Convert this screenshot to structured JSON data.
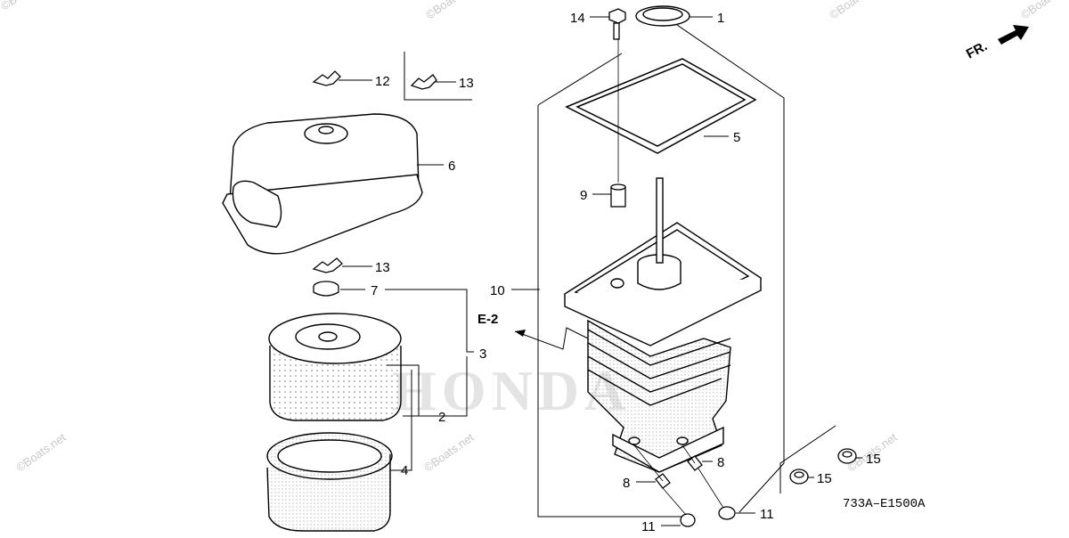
{
  "diagram": {
    "callouts": {
      "c1": "1",
      "c2": "2",
      "c3": "3",
      "c4": "4",
      "c5": "5",
      "c6": "6",
      "c7": "7",
      "c8a": "8",
      "c8b": "8",
      "c9": "9",
      "c10": "10",
      "c11a": "11",
      "c11b": "11",
      "c12": "12",
      "c13a": "13",
      "c13b": "13",
      "c14": "14",
      "c15a": "15",
      "c15b": "15"
    },
    "section_ref": "E-2",
    "front_indicator": "FR.",
    "drawing_code": "733A–E1500A",
    "brand_watermark": "HONDA",
    "site_watermarks": [
      "©Boats.net",
      "©Boats.net",
      "©Boats.net",
      "©Boats.net",
      "©Boats.net",
      "©Boats.net",
      "©Boats.net"
    ]
  }
}
